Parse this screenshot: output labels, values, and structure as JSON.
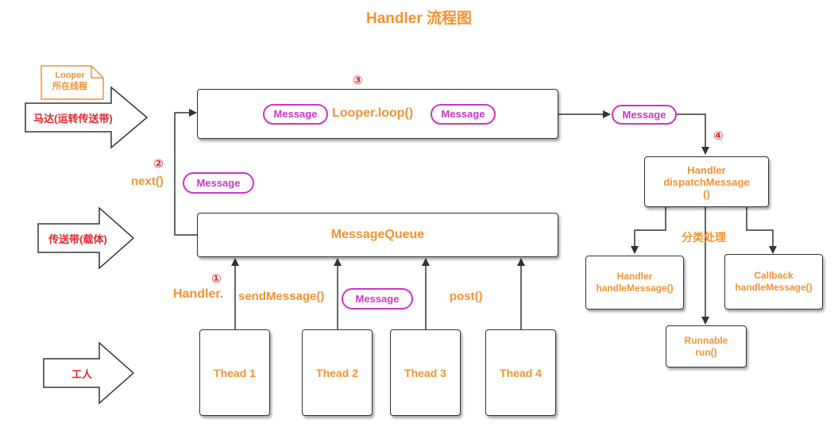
{
  "title": "Handler 流程图",
  "left_labels": {
    "looper_note": [
      "Looper",
      "所在线程"
    ],
    "motor": "马达(运转传送带)",
    "belt": "传送带(载体)",
    "worker": "工人"
  },
  "looper": {
    "step": "③",
    "label": "Looper.loop()",
    "message_left": "Message",
    "message_right": "Message"
  },
  "step2": {
    "num": "②",
    "label": "next()",
    "message": "Message"
  },
  "queue": {
    "label": "MessageQueue"
  },
  "step1": {
    "num": "①",
    "handler": "Handler.",
    "send": "sendMessage()",
    "message": "Message",
    "post": "post()"
  },
  "threads": [
    "Thead 1",
    "Thead 2",
    "Thead 3",
    "Thead 4"
  ],
  "out_message": "Message",
  "step4": {
    "num": "④"
  },
  "dispatch": [
    "Handler",
    "dispatchMessage",
    "()"
  ],
  "classify": "分类处理",
  "handle_message": [
    "Handler",
    "handleMessage()"
  ],
  "callback": [
    "Callback",
    "handleMessage()"
  ],
  "runnable": [
    "Runnable",
    "run()"
  ],
  "colors": {
    "orange": "#f5922f",
    "red": "#e8262e",
    "magenta": "#cc33cc"
  }
}
